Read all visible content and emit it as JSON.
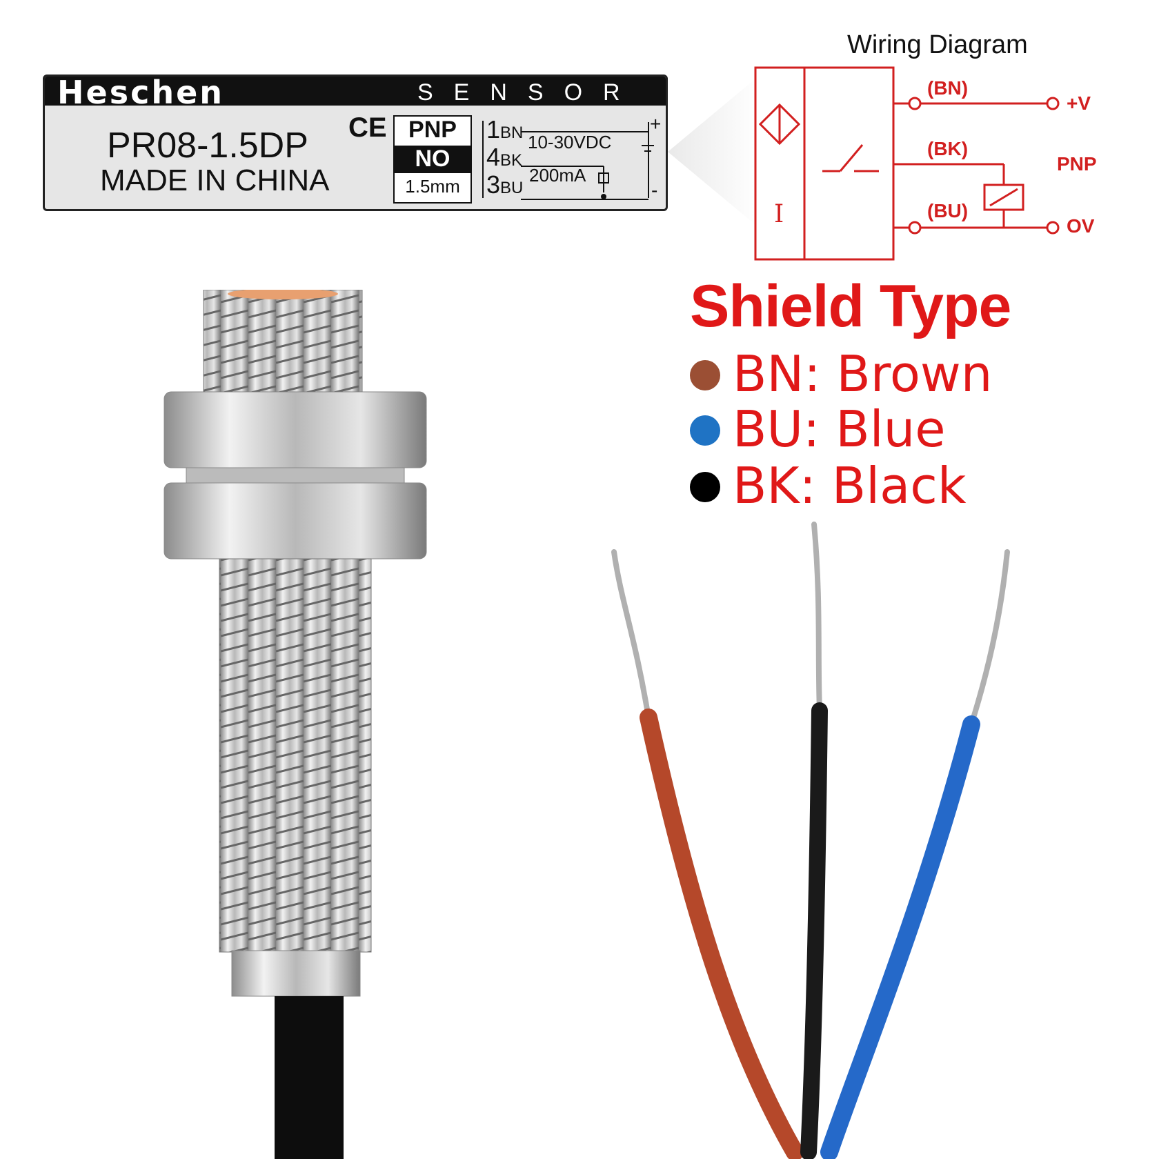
{
  "label": {
    "brand": "Heschen",
    "sensor_word": "SENSOR",
    "model": "PR08-1.5DP",
    "made_in": "MADE IN CHINA",
    "ce": "CE",
    "spec": {
      "type": "PNP",
      "mode": "NO",
      "range": "1.5mm"
    },
    "pins": [
      {
        "num": "1",
        "code": "BN"
      },
      {
        "num": "4",
        "code": "BK"
      },
      {
        "num": "3",
        "code": "BU"
      }
    ],
    "voltage": "10-30VDC",
    "current": "200mA",
    "plus": "+",
    "minus": "-"
  },
  "wiring": {
    "title": "Wiring Diagram",
    "bn": "(BN)",
    "bk": "(BK)",
    "bu": "(BU)",
    "vplus": "+V",
    "vzero": "OV",
    "type": "PNP",
    "sym_i": "I"
  },
  "legend": {
    "title": "Shield Type",
    "items": [
      {
        "text": "BN: Brown",
        "color": "#9b4f34"
      },
      {
        "text": "BU: Blue",
        "color": "#1f73c4"
      },
      {
        "text": "BK: Black",
        "color": "#000000"
      }
    ]
  },
  "colors": {
    "accent_red": "#e01818",
    "wire_brown": "#b5482a",
    "wire_blue": "#2569c9",
    "wire_black": "#1a1a1a",
    "metal": "#c9c9c9"
  }
}
